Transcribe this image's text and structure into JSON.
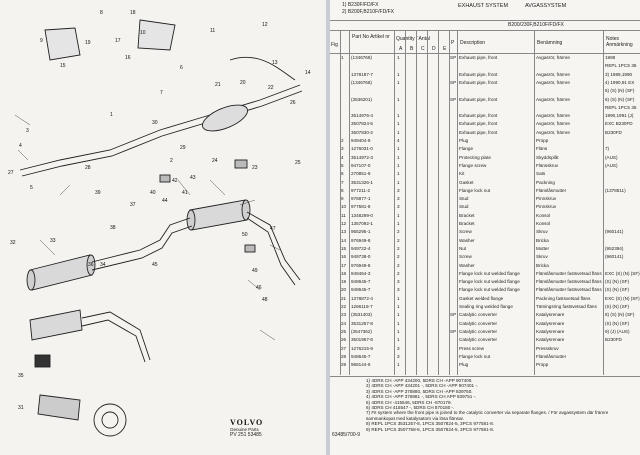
{
  "brand": {
    "name": "VOLVO",
    "sub1": "Genuine Parts",
    "code": "PV 251 53485"
  },
  "callouts": [
    "1",
    "2",
    "3",
    "4",
    "5",
    "6",
    "7",
    "8",
    "9",
    "10",
    "11",
    "12",
    "13",
    "14",
    "15",
    "16",
    "17",
    "18",
    "19",
    "20",
    "21",
    "22",
    "23",
    "24",
    "25",
    "26",
    "27",
    "28",
    "29",
    "30",
    "31",
    "32",
    "33",
    "34",
    "35",
    "36",
    "37",
    "38",
    "39",
    "40",
    "41",
    "42",
    "43",
    "44",
    "45",
    "46",
    "47",
    "48",
    "49",
    "50"
  ],
  "header": {
    "models": [
      "1) B230F/FD/FX",
      "2) B200F,B210F/FD/FX"
    ],
    "section_en": "EXHAUST SYSTEM",
    "section_sv": "AVGASSYSTEM",
    "engine_code": "B200/230F,B210F/FD/FX",
    "col_fig": "Fig",
    "col_pos": "Pos",
    "col_part": "Part No Artikel nr",
    "col_qty": "Quantity / Antal",
    "col_qa": "A",
    "col_qb": "B",
    "col_qc": "C",
    "col_qd": "D",
    "col_qe": "E",
    "col_p": "P",
    "col_desc": "Description",
    "col_ben": "Benämning",
    "col_notes": "Notes Anmärkning"
  },
  "rows": [
    {
      "pos": "1",
      "part": "(1346768)",
      "q": "1",
      "p": "SP",
      "desc": "Exhaust pipe, front",
      "ben": "Avgasrör, främre",
      "note": "1988"
    },
    {
      "pos": "",
      "part": "",
      "q": "",
      "p": "",
      "desc": "",
      "ben": "",
      "note": "REPL 1PCS 35"
    },
    {
      "pos": "",
      "part": "1378187-7",
      "q": "1",
      "p": "",
      "desc": "Exhaust pipe, front",
      "ben": "Avgasrör, främre",
      "note": "3) 1989,1990"
    },
    {
      "pos": "",
      "part": "(1346768)",
      "q": "1",
      "p": "SP",
      "desc": "Exhaust pipe, front",
      "ben": "Avgasrör, främre",
      "note": "4) 1990,91 EX"
    },
    {
      "pos": "",
      "part": "",
      "q": "",
      "p": "",
      "desc": "",
      "ben": "",
      "note": "5) (S) (N) (SF)"
    },
    {
      "pos": "",
      "part": "(3536201)",
      "q": "1",
      "p": "SP",
      "desc": "Exhaust pipe, front",
      "ben": "Avgasrör, främre",
      "note": "6) (S) (N) (SF)"
    },
    {
      "pos": "",
      "part": "",
      "q": "",
      "p": "",
      "desc": "",
      "ben": "",
      "note": "REPL 1PCS 35"
    },
    {
      "pos": "",
      "part": "3514976-4",
      "q": "1",
      "p": "",
      "desc": "Exhaust pipe, front",
      "ben": "Avgasrör, främre",
      "note": "1990,1991 (J)"
    },
    {
      "pos": "",
      "part": "3507824-5",
      "q": "1",
      "p": "",
      "desc": "Exhaust pipe, front",
      "ben": "Avgasrör, främre",
      "note": "EXC B230FD"
    },
    {
      "pos": "",
      "part": "3507830-2",
      "q": "1",
      "p": "",
      "desc": "Exhaust pipe, front",
      "ben": "Avgasrör, främre",
      "note": "B230FD"
    },
    {
      "pos": "2",
      "part": "949404-9",
      "q": "4",
      "p": "",
      "desc": "Plug",
      "ben": "Propp",
      "note": ""
    },
    {
      "pos": "3",
      "part": "1276031-0",
      "q": "1",
      "p": "",
      "desc": "Flange",
      "ben": "Fläns",
      "note": "7)"
    },
    {
      "pos": "4",
      "part": "3514972-3",
      "q": "1",
      "p": "",
      "desc": "Protecting plate",
      "ben": "Skyddsplåt",
      "note": "(AUS)"
    },
    {
      "pos": "5",
      "part": "947107-0",
      "q": "1",
      "p": "",
      "desc": "Flange screw",
      "ben": "Flänsskruv",
      "note": "(AUS)"
    },
    {
      "pos": "6",
      "part": "270851-9",
      "q": "1",
      "p": "",
      "desc": "Kit",
      "ben": "Sats",
      "note": ""
    },
    {
      "pos": "7",
      "part": "3531326-1",
      "q": "1",
      "p": "",
      "desc": "Gasket",
      "ben": "Packning",
      "note": ""
    },
    {
      "pos": "8",
      "part": "977211-2",
      "q": "3",
      "p": "",
      "desc": "Flange lock nut",
      "ben": "Flänslåsmutter",
      "note": "(1378511)"
    },
    {
      "pos": "9",
      "part": "976877-1",
      "q": "3",
      "p": "",
      "desc": "Stud",
      "ben": "Pinnskruv",
      "note": ""
    },
    {
      "pos": "10",
      "part": "977581-8",
      "q": "3",
      "p": "",
      "desc": "Stud",
      "ben": "Pinnskruv",
      "note": ""
    },
    {
      "pos": "11",
      "part": "1348299-0",
      "q": "1",
      "p": "",
      "desc": "Bracket",
      "ben": "Konsol",
      "note": ""
    },
    {
      "pos": "12",
      "part": "1357092-1",
      "q": "1",
      "p": "",
      "desc": "Bracket",
      "ben": "Konsol",
      "note": ""
    },
    {
      "pos": "13",
      "part": "955295-1",
      "q": "2",
      "p": "",
      "desc": "Screw",
      "ben": "Skruv",
      "note": "(960141)"
    },
    {
      "pos": "14",
      "part": "976949-8",
      "q": "2",
      "p": "",
      "desc": "Washer",
      "ben": "Bricka",
      "note": ""
    },
    {
      "pos": "15",
      "part": "949722-4",
      "q": "2",
      "p": "",
      "desc": "Nut",
      "ben": "Mutter",
      "note": "(952394)"
    },
    {
      "pos": "16",
      "part": "949738-0",
      "q": "2",
      "p": "",
      "desc": "Screw",
      "ben": "Skruv",
      "note": "(960141)"
    },
    {
      "pos": "17",
      "part": "976949-8",
      "q": "2",
      "p": "",
      "desc": "Washer",
      "ben": "Bricka",
      "note": ""
    },
    {
      "pos": "18",
      "part": "949464-3",
      "q": "2",
      "p": "",
      "desc": "Flange lock nut welded flange",
      "ben": "Flänslåsmutter fastsvetsad fläns",
      "note": "EXC (S) (N) (SF)"
    },
    {
      "pos": "19",
      "part": "948645-7",
      "q": "3",
      "p": "",
      "desc": "Flange lock nut welded flange",
      "ben": "Flänslåsmutter fastsvetsad fläns",
      "note": "(S) (N) (SF)"
    },
    {
      "pos": "20",
      "part": "948645-7",
      "q": "3",
      "p": "",
      "desc": "Flange lock nut welded flange",
      "ben": "Flänslåsmutter fastsvetsad fläns",
      "note": "(S) (N) (SF)"
    },
    {
      "pos": "21",
      "part": "1378872-4",
      "q": "1",
      "p": "",
      "desc": "Gasket welded flange",
      "ben": "Packning fastsvetsad fläns",
      "note": "EXC (S) (N) (SF)"
    },
    {
      "pos": "22",
      "part": "1266118-7",
      "q": "1",
      "p": "",
      "desc": "Sealing ring welded flange",
      "ben": "Tätningsring fastsvetsad fläns",
      "note": "(S) (N) (SF)"
    },
    {
      "pos": "23",
      "part": "(3531403)",
      "q": "1",
      "p": "SP",
      "desc": "Catalytic converter",
      "ben": "Katalysrenare",
      "note": "8) (S) (N) (SF)"
    },
    {
      "pos": "24",
      "part": "3531257-8",
      "q": "1",
      "p": "",
      "desc": "Catalytic converter",
      "ben": "Katalysrenare",
      "note": "(S) (N) (SF)"
    },
    {
      "pos": "25",
      "part": "(3547362)",
      "q": "1",
      "p": "SP",
      "desc": "Catalytic converter",
      "ben": "Katalysrenare",
      "note": "9) (J) (AUS)"
    },
    {
      "pos": "26",
      "part": "3501957-6",
      "q": "1",
      "p": "",
      "desc": "Catalytic converter",
      "ben": "Katalysrenare",
      "note": "B230FD"
    },
    {
      "pos": "27",
      "part": "1276215-9",
      "q": "3",
      "p": "",
      "desc": "Press screw",
      "ben": "Pressskruv",
      "note": ""
    },
    {
      "pos": "28",
      "part": "948645-7",
      "q": "3",
      "p": "",
      "desc": "Flange lock nut",
      "ben": "Flänslåsmutter",
      "note": ""
    },
    {
      "pos": "29",
      "part": "968144-6",
      "q": "1",
      "p": "",
      "desc": "Plug",
      "ben": "Propp",
      "note": ""
    }
  ],
  "footnotes": [
    "1) 4DRS CH -APP 434200, 5DRS CH -APP 907400.",
    "2) 4DRS CH -APP 434201 -, 5DRS CH -APP 907401 -.",
    "3) 4DRS CH -APP 378880, 5DRS CH -APP 839750.",
    "4) 4DRS CH -APP 378881 -, 5DRS CH APP 839751 -.",
    "5) 4DRS CH -415546, 5DRS CH -870179.",
    "6) 4DRS CH 415547 -, 5DRS CH 870180 -.",
    "7) Fit system where the front pipe is joined to the catalytic converter via separate flanges. / För avgassystem där främre sammankopat med katalysatorn via lösa flänsar.",
    "8) REPL 1PCS 3531257-8, 1PCS 3507824-5, 3PCS 977581-8.",
    "9) REPL 1PCS 3507758-5, 1PCS 3507824-5, 3PCS 977581-8."
  ],
  "page_ref": "63485/700-9"
}
